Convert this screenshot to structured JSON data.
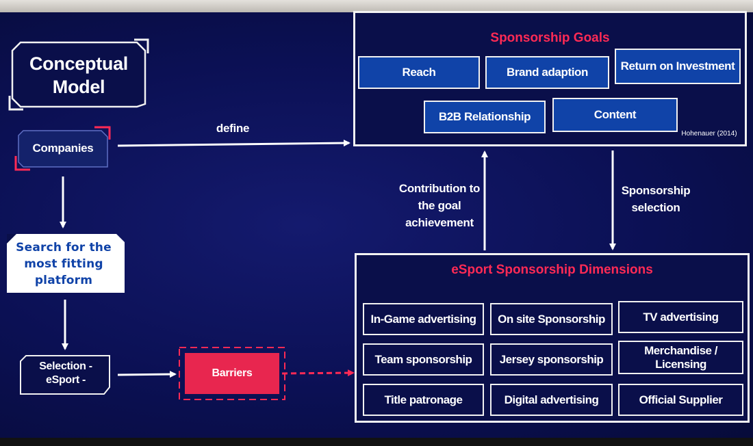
{
  "diagram": {
    "title": "Conceptual Model",
    "companies": "Companies",
    "search": "Search for the most fitting platform",
    "selection": "Selection - eSport -",
    "barriers": "Barriers",
    "define_label": "define",
    "contribution_label": "Contribution to the goal achievement",
    "sponsorship_selection_label": "Sponsorship selection",
    "goals": {
      "title": "Sponsorship Goals",
      "items": [
        "Reach",
        "Brand adaption",
        "Return on Investment",
        "B2B Relationship",
        "Content"
      ],
      "citation": "Hohenauer (2014)"
    },
    "dimensions": {
      "title": "eSport Sponsorship Dimensions",
      "items": [
        "In-Game advertising",
        "On site Sponsorship",
        "TV advertising",
        "Team sponsorship",
        "Jersey sponsorship",
        "Merchandise / Licensing",
        "Title patronage",
        "Digital advertising",
        "Official Supplier"
      ]
    }
  },
  "colors": {
    "background": "#0a0f4a",
    "goal_box": "#1043a8",
    "accent_red": "#ff2a55",
    "barriers_fill": "#e8264f",
    "search_fill": "#ffffff",
    "search_text": "#1043a8"
  }
}
